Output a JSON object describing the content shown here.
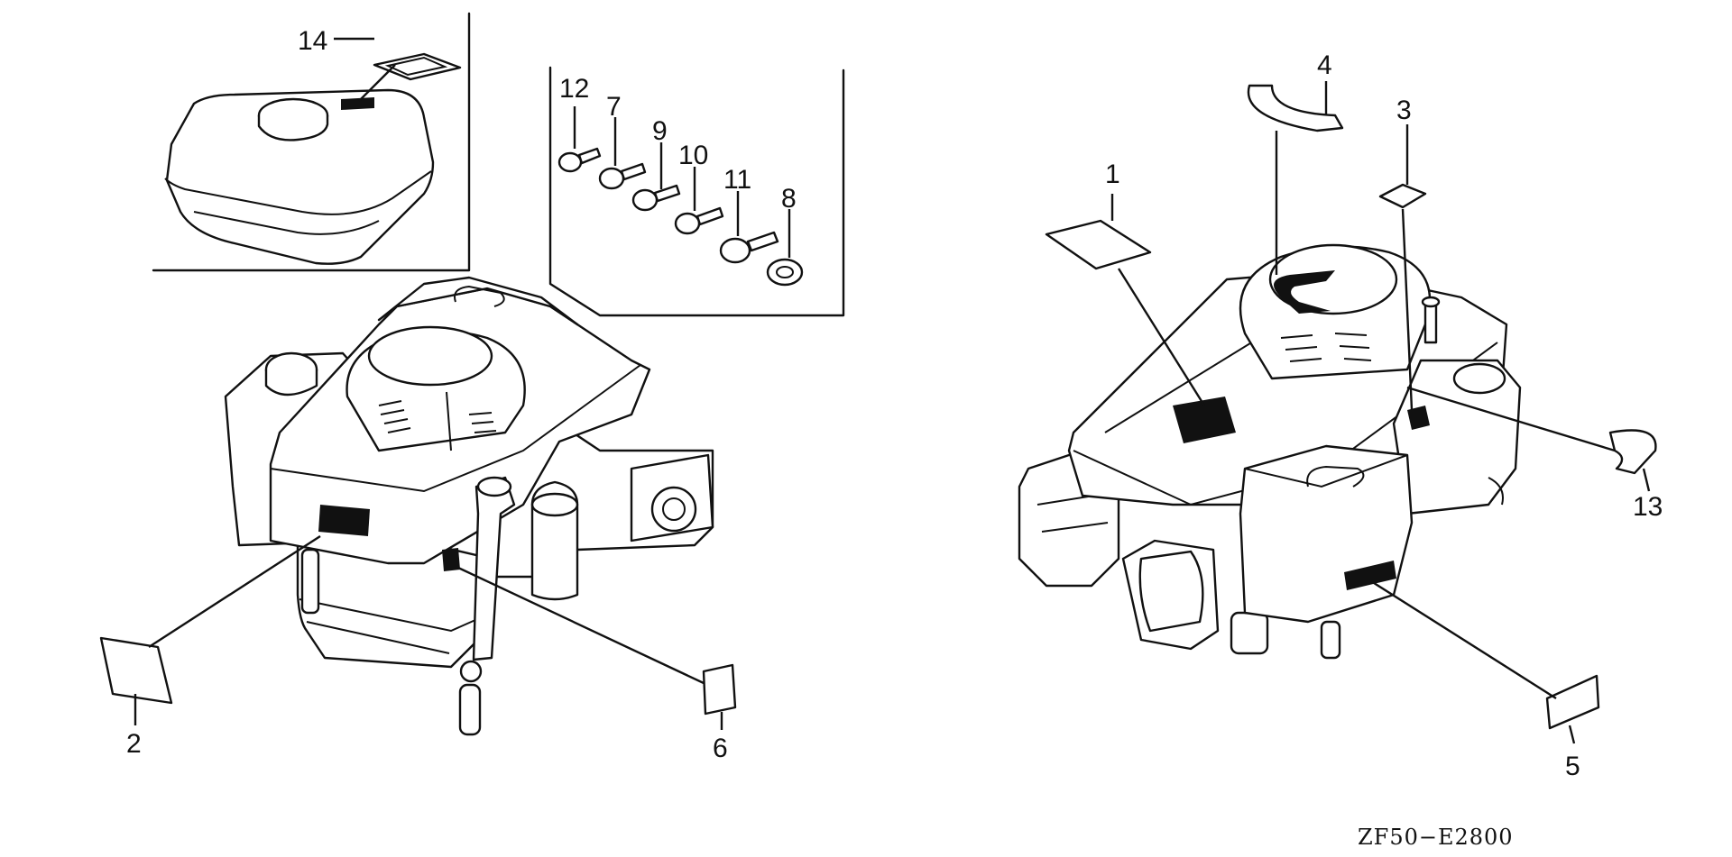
{
  "drawing_code": "ZF50−E2800",
  "callouts": [
    "1",
    "2",
    "3",
    "4",
    "5",
    "6",
    "7",
    "8",
    "9",
    "10",
    "11",
    "12",
    "13",
    "14"
  ],
  "colors": {
    "line": "#111111",
    "background": "#ffffff"
  }
}
